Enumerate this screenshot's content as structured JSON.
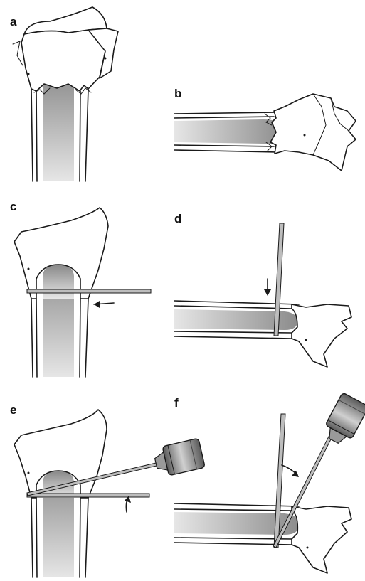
{
  "panels": [
    {
      "label": "a",
      "description_icon": "bone-fracture-front-view"
    },
    {
      "label": "b",
      "description_icon": "bone-fracture-side-view"
    },
    {
      "label": "c",
      "description_icon": "pin-insertion-front-view"
    },
    {
      "label": "d",
      "description_icon": "pin-insertion-side-view"
    },
    {
      "label": "e",
      "description_icon": "drill-wire-front-view"
    },
    {
      "label": "f",
      "description_icon": "drill-wire-side-view"
    }
  ],
  "colors": {
    "ink": "#1a1a1a",
    "canal_dark": "#8c8c8c",
    "canal_light": "#e6e6e6",
    "pin": "#bdbdbd",
    "drill_body": "#6f6f6f"
  }
}
